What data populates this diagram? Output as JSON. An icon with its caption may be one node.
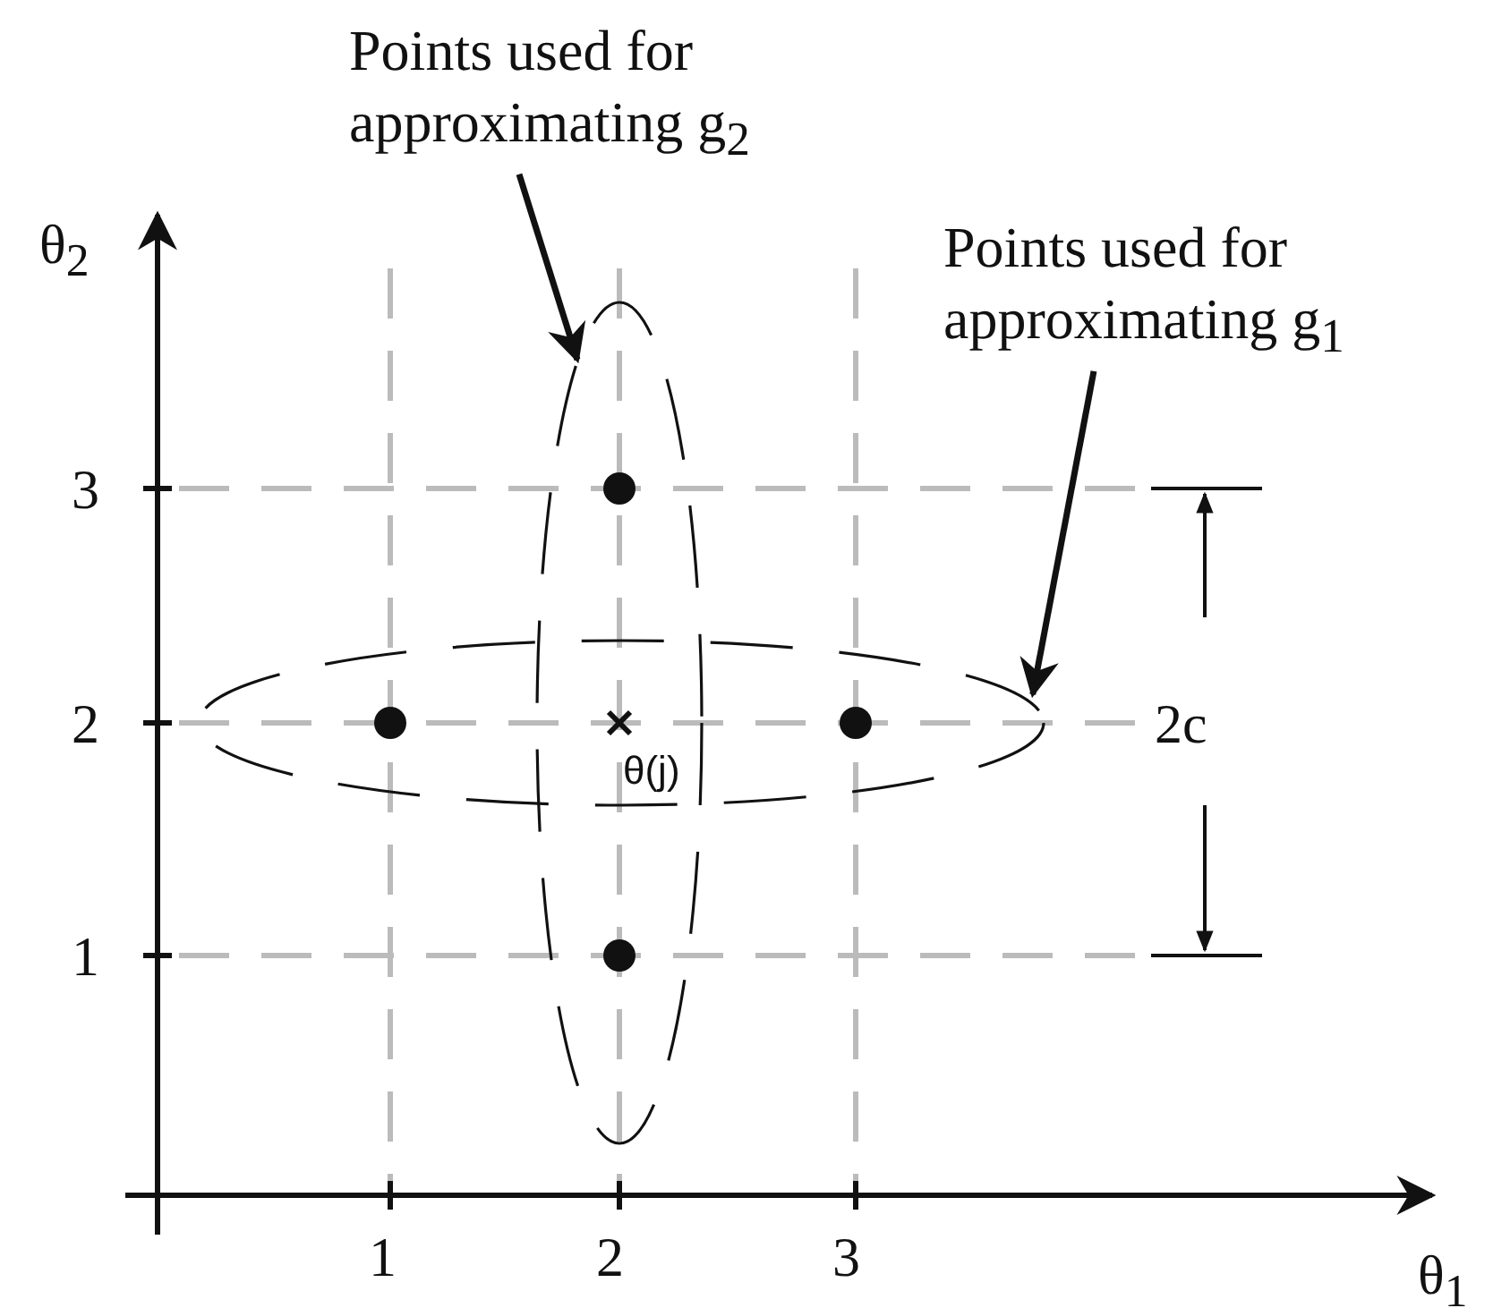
{
  "diagram": {
    "nodes": [
      {
        "text": [
          "Points used for approximating g$_{2}$"
        ]
      },
      {
        "text": [],
        "shape": "ellipse"
      },
      {
        "text": [
          "Points used for approximating g$_{1}$"
        ]
      },
      {
        "text": [],
        "shape": "ellipse"
      }
    ],
    "edges": [
      {
        "from": 0,
        "to": 1,
        "arrow": "to"
      },
      {
        "from": 2,
        "to": 3,
        "arrow": "to"
      }
    ],
    "labels": [
      "θ$_{2}$",
      "3",
      "2",
      "2c",
      "1",
      "θ(j)",
      "1",
      "2",
      "3",
      "θ$_{1}$"
    ]
  }
}
